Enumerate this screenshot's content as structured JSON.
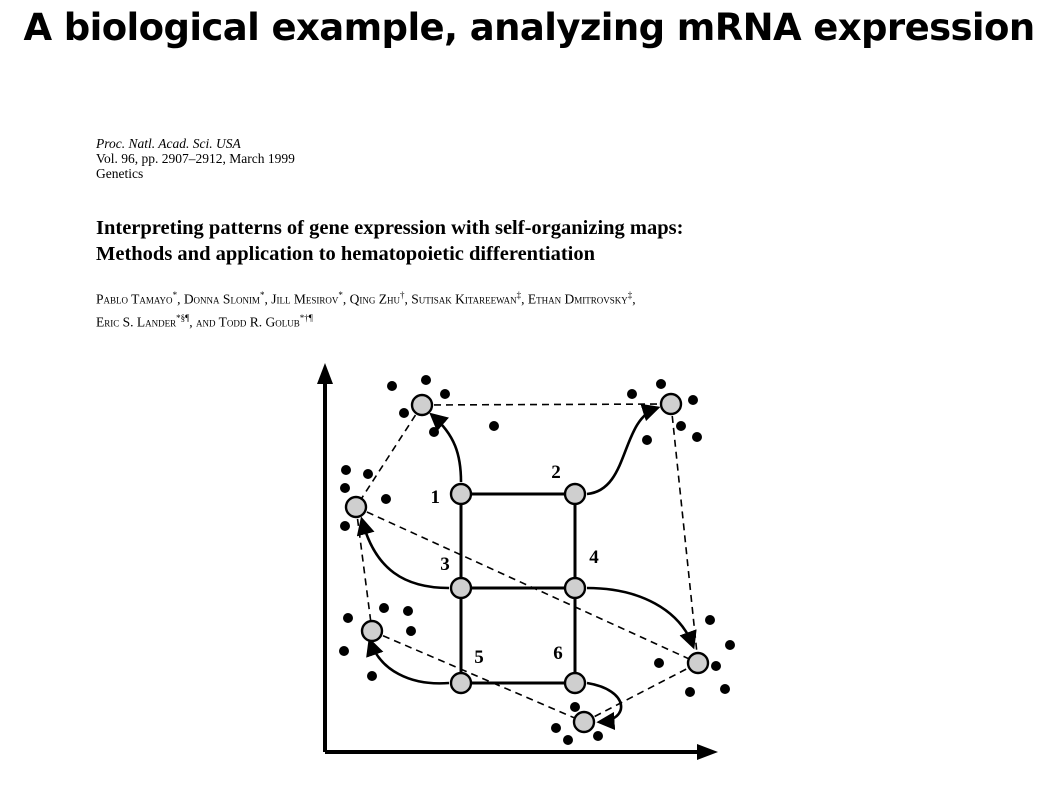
{
  "slide": {
    "title": "A biological example, analyzing mRNA expression"
  },
  "paper": {
    "journal": "Proc. Natl. Acad. Sci. USA",
    "volume_line": "Vol. 96, pp. 2907–2912, March 1999",
    "section": "Genetics",
    "title_line1": "Interpreting patterns of gene expression with self-organizing maps:",
    "title_line2": "Methods and application to hematopoietic differentiation",
    "authors": [
      {
        "name": "Pablo Tamayo",
        "mark": "*",
        "sep": ", "
      },
      {
        "name": "Donna Slonim",
        "mark": "*",
        "sep": ", "
      },
      {
        "name": "Jill Mesirov",
        "mark": "*",
        "sep": ", "
      },
      {
        "name": "Qing Zhu",
        "mark": "†",
        "sep": ", "
      },
      {
        "name": "Sutisak Kitareewan",
        "mark": "‡",
        "sep": ", "
      },
      {
        "name": "Ethan Dmitrovsky",
        "mark": "‡",
        "sep": ",",
        "break": true
      },
      {
        "name": "Eric S. Lander",
        "mark": "*§¶",
        "sep": ", and "
      },
      {
        "name": "Todd R. Golub",
        "mark": "*†¶",
        "sep": ""
      }
    ]
  },
  "diagram": {
    "grid_labels": [
      "1",
      "2",
      "3",
      "4",
      "5",
      "6"
    ]
  }
}
